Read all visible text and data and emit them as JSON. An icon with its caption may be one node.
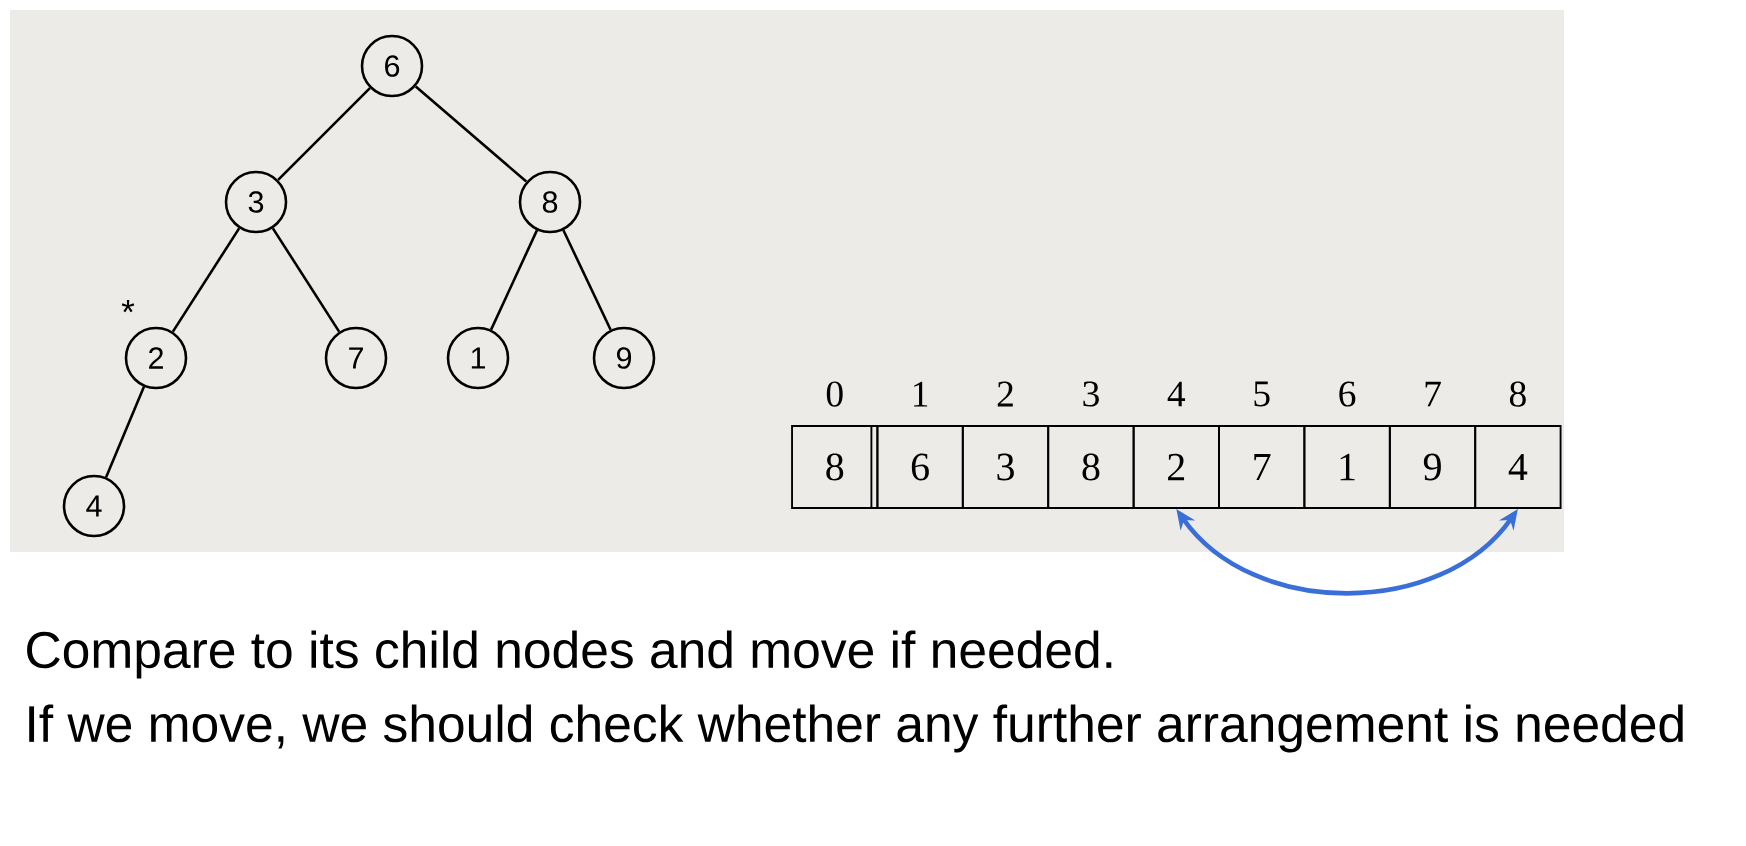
{
  "diagram": {
    "nodes": [
      {
        "text": [
          "6"
        ]
      },
      {
        "text": [
          "3"
        ]
      },
      {
        "text": [
          "8"
        ]
      },
      {
        "text": [
          "2"
        ],
        "beside": [
          "*"
        ]
      },
      {
        "text": [
          "7"
        ]
      },
      {
        "text": [
          "1"
        ]
      },
      {
        "text": [
          "9"
        ]
      },
      {
        "text": [
          "4"
        ]
      },
      {
        "text": [
          "8"
        ],
        "beside": [
          "0"
        ]
      },
      {
        "text": [
          "6"
        ],
        "beside": [
          "1"
        ]
      },
      {
        "text": [
          "3"
        ],
        "beside": [
          "2"
        ]
      },
      {
        "text": [
          "8"
        ],
        "beside": [
          "3"
        ]
      },
      {
        "text": [
          "2"
        ],
        "beside": [
          "4"
        ]
      },
      {
        "text": [
          "7"
        ],
        "beside": [
          "5"
        ]
      },
      {
        "text": [
          "1"
        ],
        "beside": [
          "6"
        ]
      },
      {
        "text": [
          "9"
        ],
        "beside": [
          "7"
        ]
      },
      {
        "text": [
          "4"
        ],
        "beside": [
          "8"
        ]
      }
    ],
    "edges": [
      {
        "from": 0,
        "to": 1,
        "arrow": "none"
      },
      {
        "from": 0,
        "to": 2,
        "arrow": "none"
      },
      {
        "from": 1,
        "to": 3,
        "arrow": "none"
      },
      {
        "from": 1,
        "to": 4,
        "arrow": "none"
      },
      {
        "from": 2,
        "to": 5,
        "arrow": "none"
      },
      {
        "from": 2,
        "to": 6,
        "arrow": "none"
      },
      {
        "from": 3,
        "to": 7,
        "arrow": "none"
      },
      {
        "from": 12,
        "to": 16,
        "arrow": "both",
        "color": "#3a6fd8"
      }
    ],
    "labels": [
      "Compare to its child nodes and move if needed.",
      "If we move, we should check whether any further arrangement is needed"
    ]
  }
}
